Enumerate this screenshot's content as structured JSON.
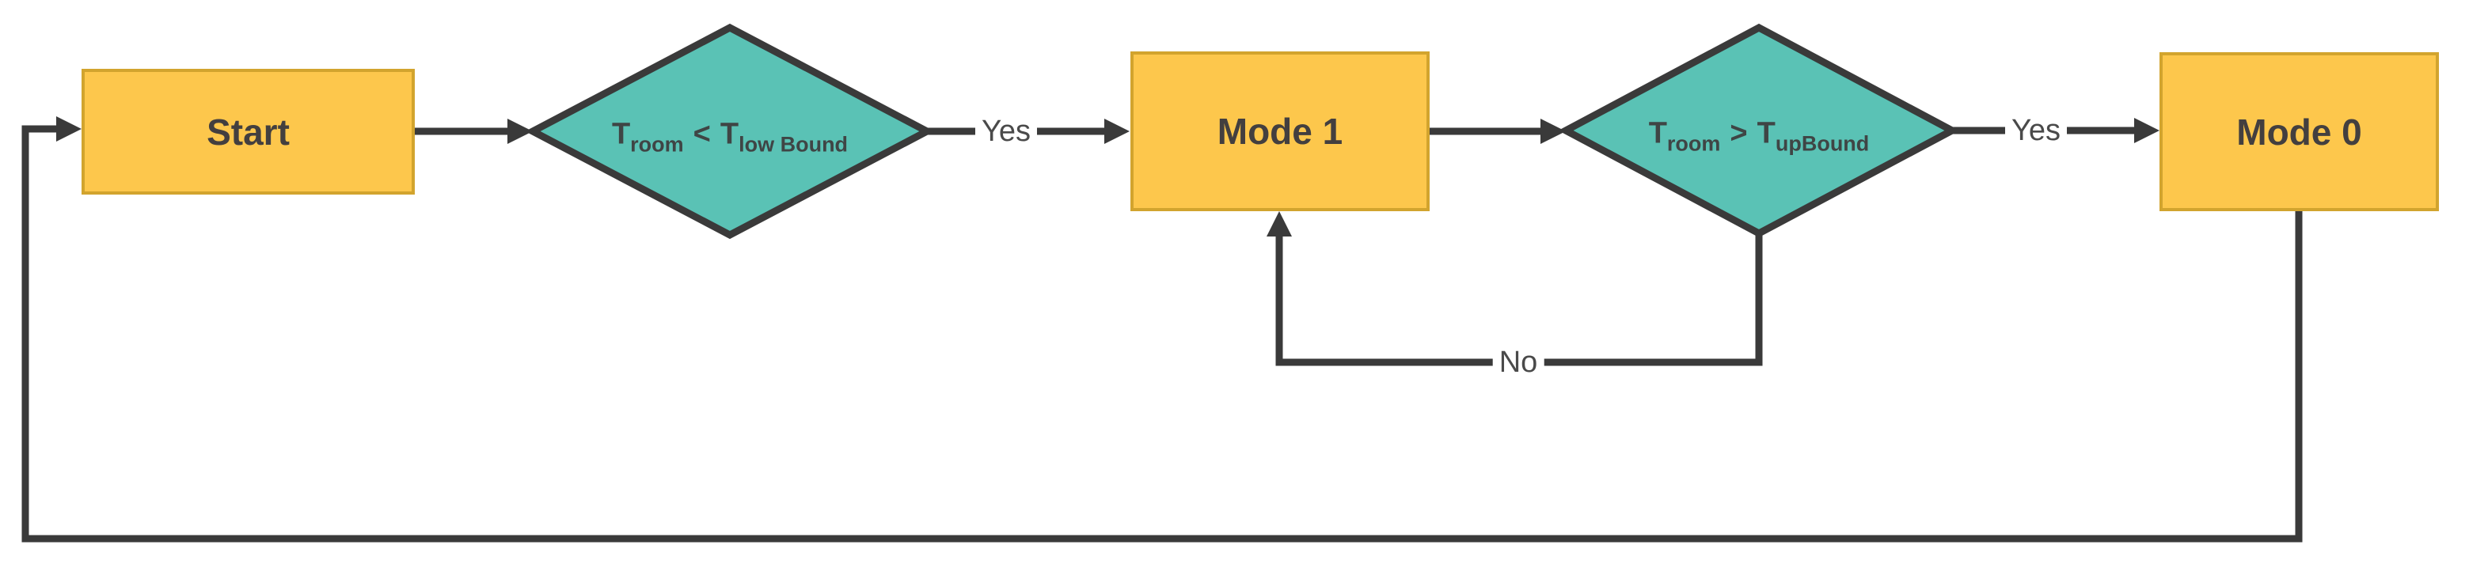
{
  "canvas": {
    "background": "#FFFFFF"
  },
  "colors": {
    "process_fill": "#FDC74C",
    "process_border": "#D2A42E",
    "decision_fill": "#5AC2B5",
    "connector": "#3A3A3A",
    "node_text": "#433F3F",
    "edge_label_text": "#4A4A4A"
  },
  "nodes": {
    "start": {
      "label": "Start",
      "type": "process"
    },
    "decision_low": {
      "t1": "T",
      "sub1": "room",
      "op": "<",
      "t2": "T",
      "sub2": "low Bound",
      "type": "decision"
    },
    "mode1": {
      "label": "Mode 1",
      "type": "process"
    },
    "decision_up": {
      "t1": "T",
      "sub1": "room",
      "op": ">",
      "t2": "T",
      "sub2": "upBound",
      "type": "decision"
    },
    "mode0": {
      "label": "Mode 0",
      "type": "process"
    }
  },
  "edges": {
    "start_to_decision_low": {
      "label": ""
    },
    "decision_low_to_mode1": {
      "label": "Yes"
    },
    "mode1_to_decision_up": {
      "label": ""
    },
    "decision_up_to_mode0": {
      "label": "Yes"
    },
    "decision_up_to_mode1": {
      "label": "No"
    },
    "mode0_to_start": {
      "label": ""
    }
  }
}
